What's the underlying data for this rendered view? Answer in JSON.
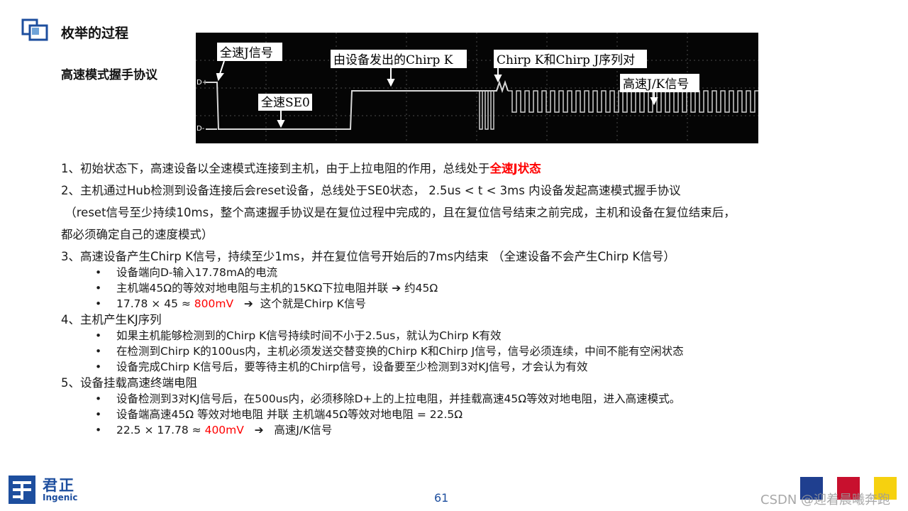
{
  "title": "枚举的过程",
  "subtitle": "高速模式握手协议",
  "scope": {
    "d_plus": "D+",
    "d_minus": "D-",
    "label_full_j": "全速J信号",
    "label_full_se0": "全速SE0",
    "label_chirp_k": "由设备发出的Chirp K",
    "label_chirp_pairs": "Chirp K和Chirp J序列对",
    "label_hs_jk": "高速J/K信号"
  },
  "points": {
    "p1_text": "1、初始状态下，高速设备以全速模式连接到主机，由于上拉电阻的作用，总线处于",
    "p1_hl": "全速J状态",
    "p2_line1": "2、主机通过Hub检测到设备连接后会reset设备，总线处于SE0状态，   2.5us < t < 3ms  内设备发起高速模式握手协议",
    "p2_line2": " （reset信号至少持续10ms，整个高速握手协议是在复位过程中完成的，且在复位信号结束之前完成，主机和设备在复位结束后，",
    "p2_line3": "都必须确定自己的速度模式）",
    "p3": "3、高速设备产生Chirp K信号，持续至少1ms，并在复位信号开始后的7ms内结束    （全速设备不会产生Chirp K信号）",
    "p3_b1": "设备端向D-输入17.78mA的电流",
    "p3_b2": "主机端45Ω的等效对地电阻与主机的15KΩ下拉电阻并联  ➔  约45Ω",
    "p3_b3_pre": "17.78 × 45 ≈ ",
    "p3_b3_val": "800mV",
    "p3_b3_post": "   ➔  这个就是Chirp K信号",
    "p4": "4、主机产生KJ序列",
    "p4_b1": "如果主机能够检测到的Chirp K信号持续时间不小于2.5us，就认为Chirp K有效",
    "p4_b2": "在检测到Chirp K的100us内，主机必须发送交替变换的Chirp K和Chirp J信号，信号必须连续，中间不能有空闲状态",
    "p4_b3": "设备完成Chirp K信号后，要等待主机的Chirp信号，设备要至少检测到3对KJ信号，才会认为有效",
    "p5": "5、设备挂载高速终端电阻",
    "p5_b1": "设备检测到3对KJ信号后，在500us内，必须移除D+上的上拉电阻，并挂载高速45Ω等效对地电阻，进入高速模式。",
    "p5_b2": "设备端高速45Ω 等效对地电阻  并联  主机端45Ω等效对地电阻  = 22.5Ω",
    "p5_b3_pre": "22.5 × 17.78 ≈ ",
    "p5_b3_val": "400mV",
    "p5_b3_post": "   ➔   高速J/K信号"
  },
  "footer": {
    "logo_cn": "君正",
    "logo_en": "Ingenic",
    "page_number": "61",
    "watermark": "CSDN @迎着晨曦奔跑"
  },
  "colors": {
    "brand_blue": "#1d4e9e",
    "highlight_red": "#ff0000",
    "square_blue": "#1f3f8f",
    "square_red": "#c8102e",
    "square_yellow": "#f6d10f",
    "scope_bg": "#050505",
    "trace": "#d8d8d8"
  }
}
